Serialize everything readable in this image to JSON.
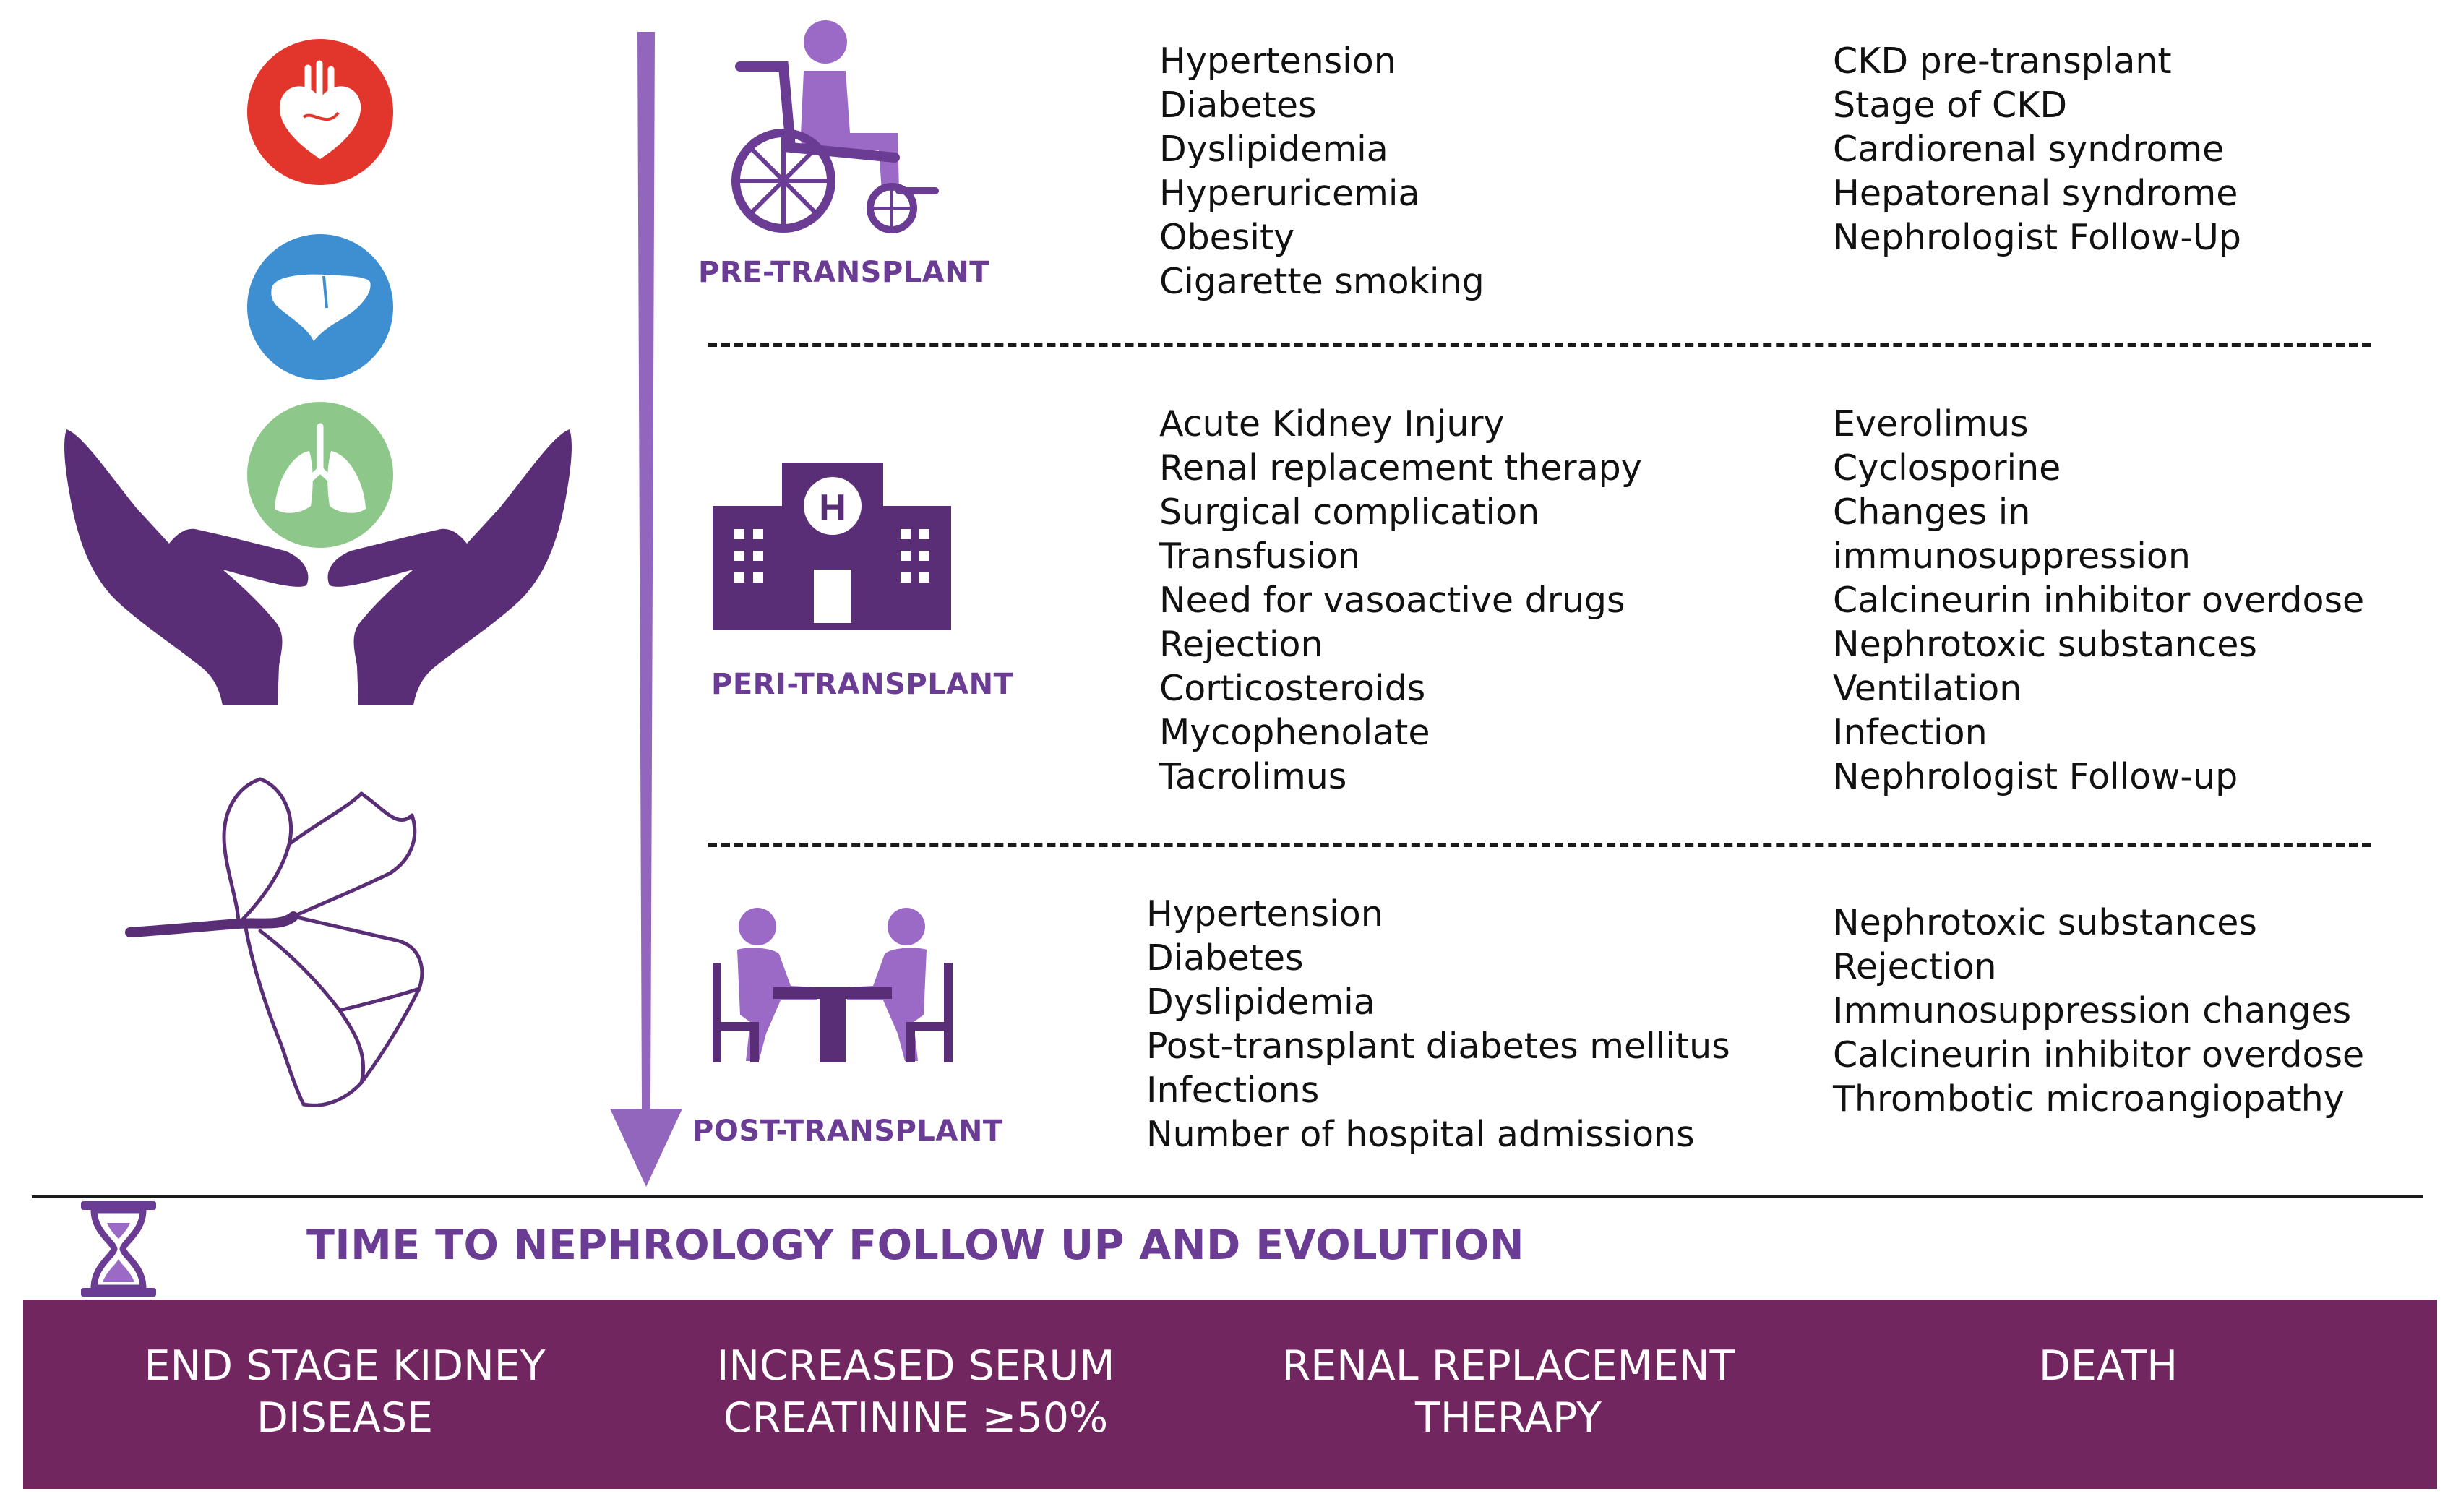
{
  "phases": [
    {
      "label": "PRE-TRANSPLANT",
      "icon": "wheelchair-icon",
      "left_items": [
        "Hypertension",
        "Diabetes",
        "Dyslipidemia",
        "Hyperuricemia",
        "Obesity",
        "Cigarette smoking"
      ],
      "right_items": [
        "CKD pre-transplant",
        "Stage of CKD",
        "Cardiorenal syndrome",
        "Hepatorenal syndrome",
        "Nephrologist Follow-Up"
      ]
    },
    {
      "label": "PERI-TRANSPLANT",
      "icon": "hospital-icon",
      "left_items": [
        "Acute Kidney Injury",
        "Renal replacement therapy",
        "Surgical complication",
        "Transfusion",
        "Need for vasoactive drugs",
        "Rejection",
        "Corticosteroids",
        "Mycophenolate",
        "Tacrolimus"
      ],
      "right_items": [
        "Everolimus",
        "Cyclosporine",
        "Changes in",
        "immunosuppression",
        "Calcineurin inhibitor overdose",
        "Nephrotoxic substances",
        "Ventilation",
        "Infection",
        "Nephrologist Follow-up"
      ]
    },
    {
      "label": "POST-TRANSPLANT",
      "icon": "consultation-icon",
      "left_items": [
        "Hypertension",
        "Diabetes",
        "Dyslipidemia",
        "Post-transplant diabetes mellitus",
        "Infections",
        "Number of hospital admissions"
      ],
      "right_items": [
        "Nephrotoxic substances",
        "Rejection",
        "Immunosuppression changes",
        "Calcineurin inhibitor overdose",
        "Thrombotic microangiopathy"
      ]
    }
  ],
  "follow_up_title": "TIME TO NEPHROLOGY FOLLOW UP AND EVOLUTION",
  "outcomes": [
    "END STAGE KIDNEY\nDISEASE",
    "INCREASED SERUM\nCREATININE ≥50%",
    "RENAL REPLACEMENT\nTHERAPY",
    "DEATH"
  ],
  "icons": [
    "heart-icon",
    "liver-icon",
    "lungs-icon",
    "hands-icon",
    "kidney-vessels-icon",
    "hourglass-icon",
    "timeline-arrow-icon"
  ],
  "colors": {
    "purple": "#6b3c93",
    "plum_band": "#722660",
    "arrow": "#9266bd",
    "heart_red": "#e2352b",
    "liver_blue": "#3d8fd1",
    "lungs_green": "#8dc88a",
    "hands": "#5a2e77"
  }
}
